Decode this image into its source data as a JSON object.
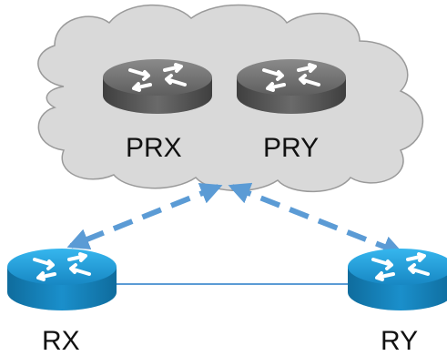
{
  "labels": {
    "prx": "PRX",
    "pry": "PRY",
    "rx": "RX",
    "ry": "RY"
  },
  "colors": {
    "cloud_fill": "#d9d9d9",
    "cloud_stroke": "#9a9a9a",
    "gray_router_top": "#6e6e6e",
    "gray_router_side": "#4d4d4d",
    "blue_router_top": "#1e9bd7",
    "blue_router_side": "#1476a8",
    "dashed_link": "#5b9bd5",
    "solid_link": "#5b9bd5"
  },
  "icons": {
    "router": "router-icon",
    "cloud": "cloud-icon"
  }
}
